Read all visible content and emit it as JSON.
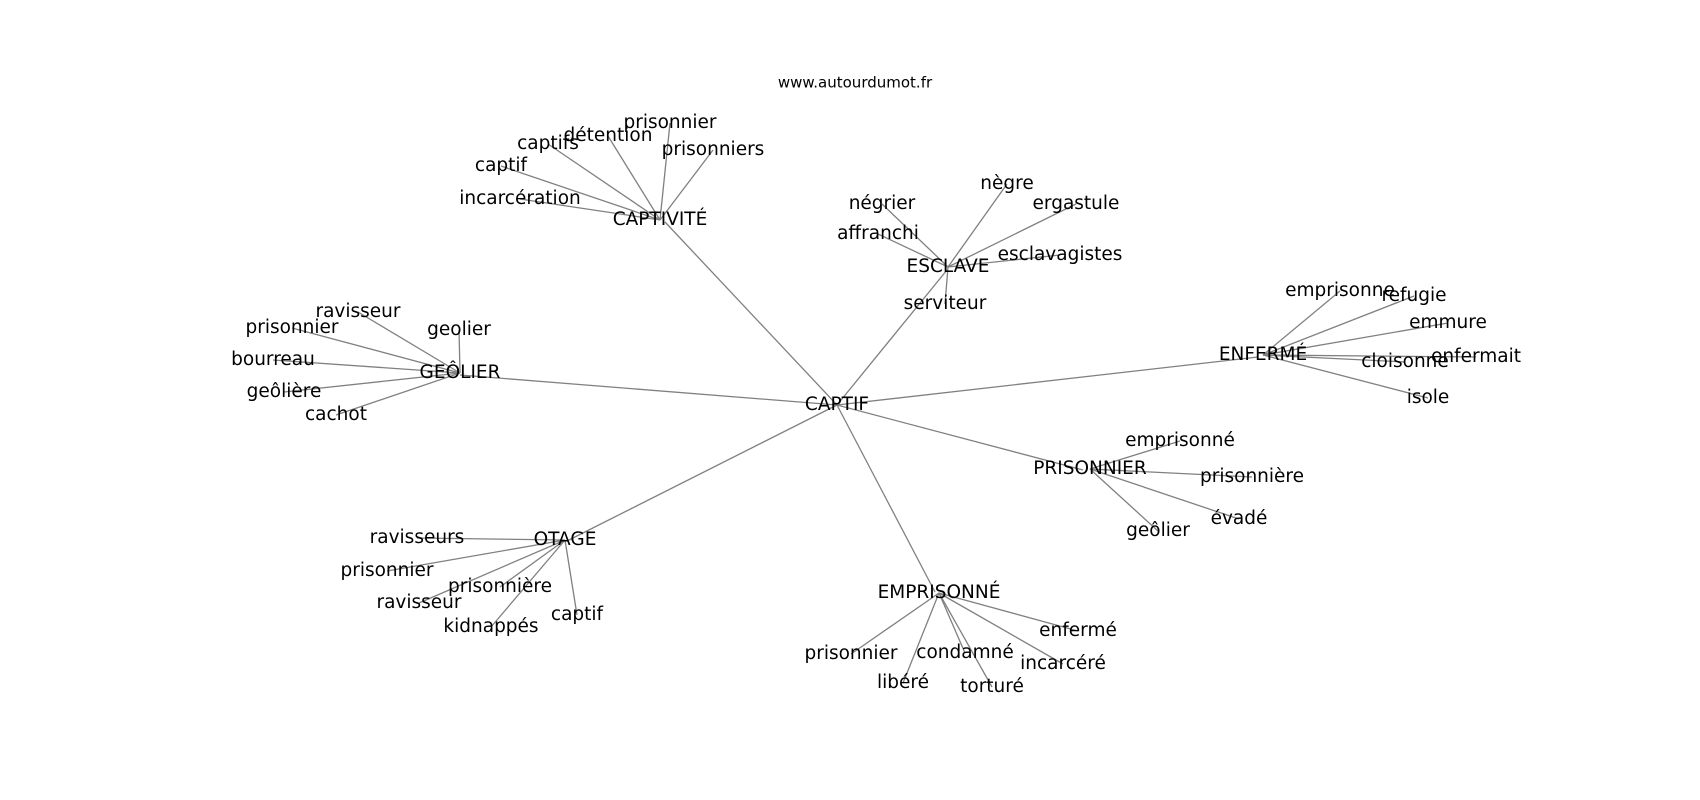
{
  "source": "www.autourdumot.fr",
  "center": "CAPTIF",
  "clusters": [
    {
      "hub": "CAPTIVITÉ",
      "words": [
        "prisonnier",
        "détention",
        "captifs",
        "prisonniers",
        "captif",
        "incarcération"
      ]
    },
    {
      "hub": "ESCLAVE",
      "words": [
        "nègre",
        "négrier",
        "ergastule",
        "affranchi",
        "esclavagistes",
        "serviteur"
      ]
    },
    {
      "hub": "GEÔLIER",
      "words": [
        "ravisseur",
        "prisonnier",
        "geolier",
        "bourreau",
        "geôlière",
        "cachot"
      ]
    },
    {
      "hub": "ENFERMÉ",
      "words": [
        "emprisonne",
        "refugie",
        "emmure",
        "cloisonne",
        "enfermait",
        "isole"
      ]
    },
    {
      "hub": "PRISONNIER",
      "words": [
        "emprisonné",
        "prisonnière",
        "évadé",
        "geôlier"
      ]
    },
    {
      "hub": "OTAGE",
      "words": [
        "ravisseurs",
        "prisonnier",
        "prisonnière",
        "ravisseur",
        "captif",
        "kidnappés"
      ]
    },
    {
      "hub": "EMPRISONNÉ",
      "words": [
        "enfermé",
        "prisonnier",
        "condamné",
        "incarcéré",
        "libéré",
        "torturé"
      ]
    }
  ]
}
